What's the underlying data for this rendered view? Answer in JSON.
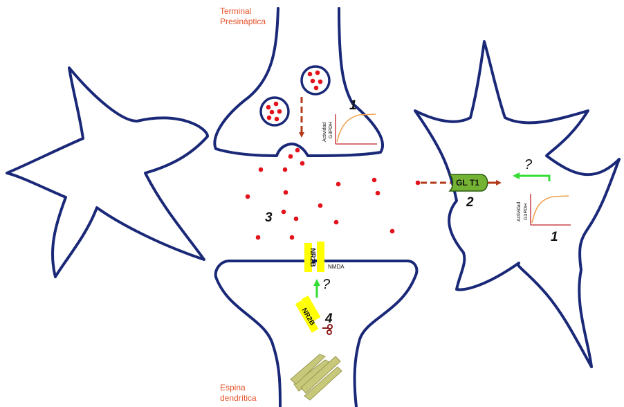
{
  "labels": {
    "presynaptic_line1": "Terminal",
    "presynaptic_line2": "Presináptica",
    "dendrite_line1": "Espina",
    "dendrite_line2": "dendrítica",
    "step1": "1",
    "step1b": "1",
    "step2": "2",
    "step3": "3",
    "step4": "4",
    "question1": "?",
    "question2": "?",
    "transporter": "GL T1",
    "receptor_membrane": "NR2B",
    "receptor_vesicle": "NR2B",
    "nmda": "NMDA",
    "axis_y_line1": "Actividad",
    "axis_y_line2": "G3PDH",
    "axis_y2_line1": "Actividad",
    "axis_y2_line2": "G3PDH"
  },
  "colors": {
    "outline": "#1a2878",
    "glutamate": "#e3121b",
    "arrow_brown": "#b03a1a",
    "arrow_green": "#33dd33",
    "transporter": "#74b234",
    "receptor": "#ffff00",
    "label_red": "#e8542a",
    "curve": "#f0a04a"
  }
}
